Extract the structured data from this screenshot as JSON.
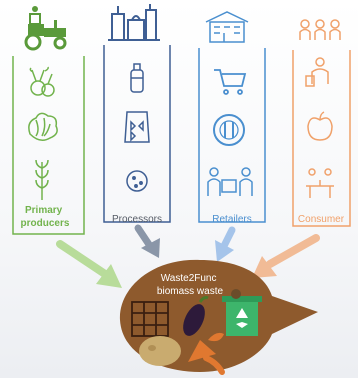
{
  "stages": [
    {
      "label": "Primary producers",
      "label_lines": [
        "Primary",
        "producers"
      ],
      "color": "#72b34d",
      "icons": [
        "tractor-icon",
        "beetroot-icon",
        "lettuce-icon",
        "wheat-icon"
      ]
    },
    {
      "label": "Processors",
      "label_lines": [
        "Processors"
      ],
      "color": "#3f5f94",
      "icons": [
        "factory-icon",
        "baby-bottle-icon",
        "pasta-bag-icon",
        "cookie-icon"
      ]
    },
    {
      "label": "Retailers",
      "label_lines": [
        "Retailers"
      ],
      "color": "#4a8fcf",
      "icons": [
        "store-icon",
        "shopping-cart-icon",
        "plate-cutlery-icon",
        "delivery-people-icon"
      ]
    },
    {
      "label": "Consumer",
      "label_lines": [
        "Consumer"
      ],
      "color": "#f0a16a",
      "icons": [
        "family-icon",
        "shopping-person-icon",
        "apple-icon",
        "dining-table-icon"
      ]
    }
  ],
  "hub": {
    "title_line1": "Waste2Func",
    "title_line2": "biomass waste",
    "color": "#8e5a2d",
    "icons": [
      "grid-tray-icon",
      "eggplant-icon",
      "recycling-bin-icon",
      "potato-icon",
      "carrot-icon"
    ]
  },
  "arrow_colors": [
    "#b8dc9a",
    "#8a96a8",
    "#a5c4ea",
    "#f1bb96"
  ],
  "recycle_color": "#3db56b"
}
